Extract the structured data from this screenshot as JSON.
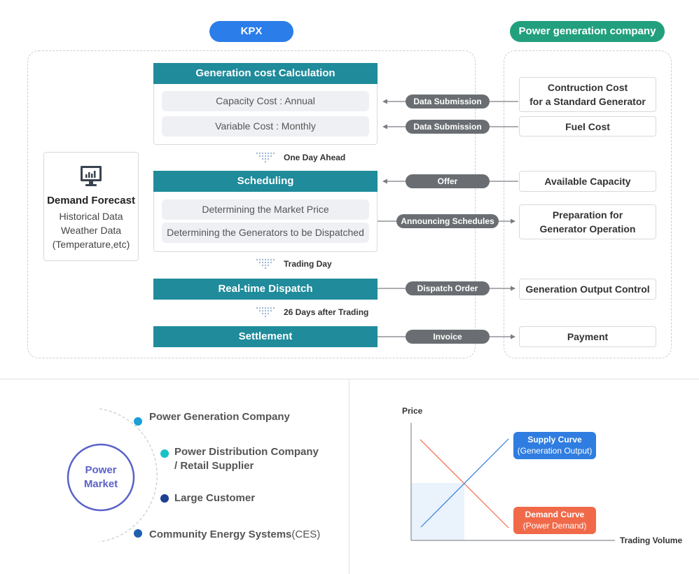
{
  "header": {
    "kpx": "KPX",
    "company": "Power generation company"
  },
  "demand_forecast": {
    "title": "Demand Forecast",
    "line1": "Historical Data",
    "line2": "Weather Data",
    "line3": "(Temperature,etc)"
  },
  "generation_cost": {
    "title": "Generation cost Calculation",
    "item1": "Capacity Cost : Annual",
    "item2": "Variable Cost : Monthly"
  },
  "scheduling": {
    "title": "Scheduling",
    "item1": "Determining the Market Price",
    "item2": "Determining the Generators to be Dispatched"
  },
  "realtime": {
    "title": "Real-time Dispatch"
  },
  "settlement": {
    "title": "Settlement"
  },
  "steps": {
    "one_day_ahead": "One Day Ahead",
    "trading_day": "Trading Day",
    "after_trading": "26 Days after Trading"
  },
  "connectors": {
    "data_submission_1": "Data Submission",
    "data_submission_2": "Data Submission",
    "offer": "Offer",
    "announcing": "Announcing Schedules",
    "dispatch_order": "Dispatch Order",
    "invoice": "Invoice"
  },
  "company_boxes": {
    "construction_line1": "Contruction Cost",
    "construction_line2": "for a Standard Generator",
    "fuel_cost": "Fuel Cost",
    "available_capacity": "Available Capacity",
    "prep_line1": "Preparation for",
    "prep_line2": "Generator Operation",
    "output_control": "Generation Output Control",
    "payment": "Payment"
  },
  "market": {
    "center_line1": "Power",
    "center_line2": "Market",
    "item1": "Power Generation Company",
    "item2_line1": "Power Distribution Company",
    "item2_line2": "/ Retail Supplier",
    "item3": "Large Customer",
    "item4_bold": "Community Energy Systems",
    "item4_rest": "(CES)",
    "colors": {
      "item1": "#1a9fd6",
      "item2": "#17c3c9",
      "item3": "#1f3f94",
      "item4": "#1f5fae",
      "circle": "#5a62c8"
    }
  },
  "supply_demand": {
    "y_label": "Price",
    "x_label": "Trading Volume",
    "supply_line1": "Supply Curve",
    "supply_line2": "(Generation Output)",
    "demand_line1": "Demand Curve",
    "demand_line2": "(Power Demand)",
    "colors": {
      "supply": "#2f7de0",
      "demand": "#f06a4a"
    }
  }
}
